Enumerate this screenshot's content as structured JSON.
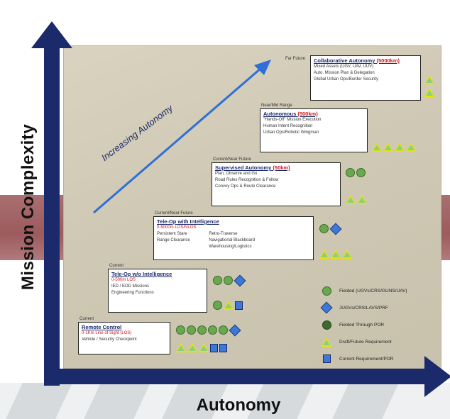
{
  "axes": {
    "y_title": "Mission Complexity",
    "x_title": "Autonomy"
  },
  "diagonal_label": "Increasing Autonomy",
  "stages": [
    {
      "tag": "Current",
      "title": "Remote Control",
      "items": [
        "0-1Km Line of Sight (LOS)",
        "Vehicle / Security Checkpoint"
      ]
    },
    {
      "tag": "Current",
      "title": "Tele-Op w/o Intelligence",
      "items": [
        "0-500m LOS",
        "IED / EOD Missions",
        "Engineering Functions"
      ]
    },
    {
      "tag": "Current/Near Future",
      "title": "Tele-Op with Intelligence",
      "items_left": [
        "0-5000m LOS/NLOS",
        "Persistent Stare",
        "Range Clearance"
      ],
      "items_right": [
        "Retro-Traverse",
        "Navigational Blackboard",
        "Warehousing/Logistics"
      ]
    },
    {
      "tag": "Current/Near Future",
      "title": "Supervised Autonomy",
      "range": "(50km)",
      "items": [
        "Plan, Observe and Go",
        "Road Rules Recognition & Follow",
        "Convoy Ops & Route Clearance"
      ]
    },
    {
      "tag": "Near/Mid Range",
      "title": "Autonomous",
      "range": "(500km)",
      "items": [
        "\"Hands-Off\" Mission Execution",
        "Human Intent Recognition",
        "Urban Ops/Robotic Wingman"
      ]
    },
    {
      "tag": "Far Future",
      "title": "Collaborative Autonomy",
      "range": "(5000km)",
      "items": [
        "Mixed Assets (UGV, UAV, UUV)",
        "Auto. Mission Plan & Delegation",
        "Global Urban Ops/Border Security"
      ]
    }
  ],
  "legend": [
    {
      "symbol": "circle",
      "text": "Fielded (UGVs/CRS/GUNS/UAV)"
    },
    {
      "symbol": "diamond",
      "text": "JUGVs/CRS/LAVS/PRF"
    },
    {
      "symbol": "circle-dark",
      "text": "Fielded Through POR"
    },
    {
      "symbol": "triangle",
      "text": "Draft/Future Requirement"
    },
    {
      "symbol": "square",
      "text": "Current Requirement/POR"
    }
  ],
  "colors": {
    "axis": "#1b2a6b",
    "highlight": "#d0161b",
    "fielded": "#6aa84f",
    "diamond": "#3c78d8",
    "triangle": "#e6e600"
  }
}
